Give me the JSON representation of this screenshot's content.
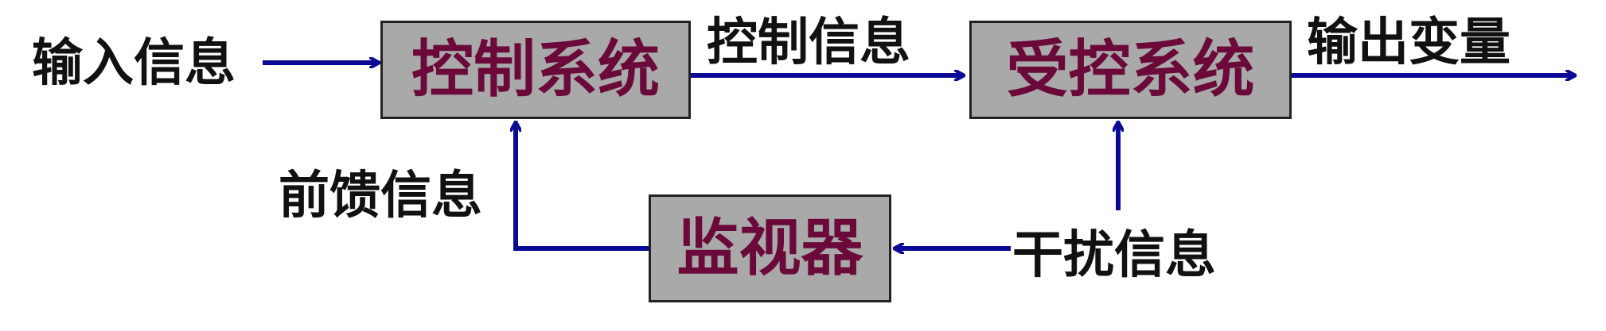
{
  "diagram": {
    "nodes": {
      "control_system": "控制系统",
      "controlled_system": "受控系统",
      "monitor": "监视器"
    },
    "labels": {
      "input_info": "输入信息",
      "control_info": "控制信息",
      "output_variable": "输出变量",
      "feedforward_info": "前馈信息",
      "disturbance_info": "干扰信息"
    },
    "colors": {
      "arrow": "#0a0a96",
      "box_fill": "#a9a9a9",
      "box_text": "#6b0a3a"
    }
  }
}
